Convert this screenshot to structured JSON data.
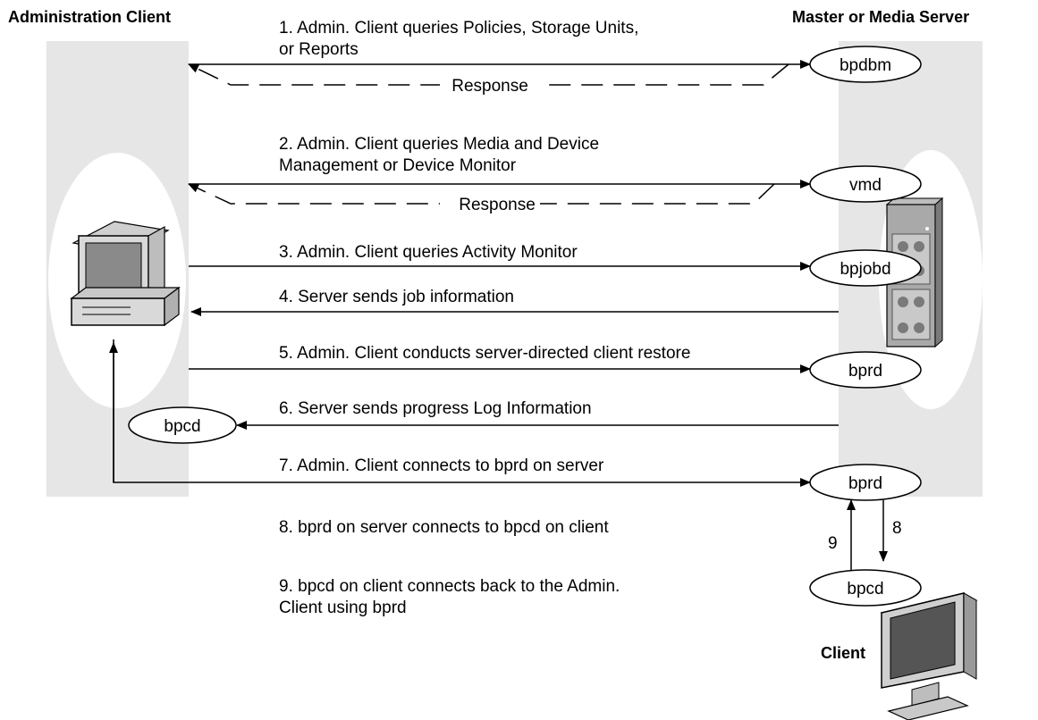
{
  "headers": {
    "admin_client": "Administration Client",
    "server": "Master or Media Server",
    "client": "Client"
  },
  "steps": {
    "s1_line1": "1. Admin. Client queries Policies, Storage Units,",
    "s1_line2": "or Reports",
    "s2_line1": "2. Admin. Client queries Media and Device",
    "s2_line2": "Management or Device Monitor",
    "s3": "3. Admin. Client queries Activity Monitor",
    "s4": "4. Server sends job information",
    "s5": "5. Admin. Client conducts server-directed client restore",
    "s6": "6. Server sends progress Log Information",
    "s7": "7. Admin. Client connects to bprd on server",
    "s8": "8. bprd on server connects to bpcd on client",
    "s9_line1": "9. bpcd on client connects back to the Admin.",
    "s9_line2": "Client using bprd"
  },
  "responses": {
    "r1": "Response",
    "r2": "Response"
  },
  "nodes": {
    "bpdbm": "bpdbm",
    "vmd": "vmd",
    "bpjobd": "bpjobd",
    "bprd_restore": "bprd",
    "bpcd_admin": "bpcd",
    "bprd_server": "bprd",
    "bpcd_client": "bpcd"
  },
  "arrow_numbers": {
    "down": "8",
    "up": "9"
  },
  "icons": {
    "admin_computer": "desktop-computer-icon",
    "server_tower": "server-tower-icon",
    "client_monitor": "monitor-icon"
  },
  "colors": {
    "panel": "#e6e6e6",
    "ellipse": "#ffffff",
    "line": "#000000"
  }
}
